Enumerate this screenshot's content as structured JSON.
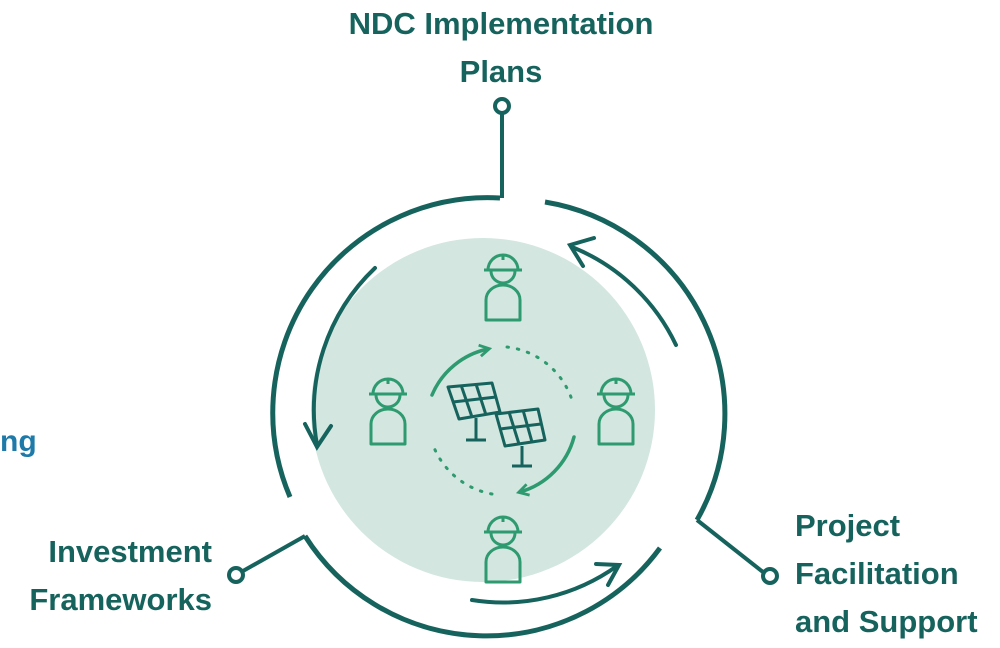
{
  "labels": {
    "top": [
      "NDC Implementation",
      "Plans"
    ],
    "left": [
      "Investment",
      "Frameworks"
    ],
    "right": [
      "Project",
      "Facilitation",
      "and Support"
    ],
    "cut_left": "ng"
  },
  "colors": {
    "primary": "#16635d",
    "icon": "#2e9a6f",
    "fill": "#d3e6e0",
    "cut_label": "#1e7aa8"
  },
  "icons": {
    "center": "solar-panels-icon",
    "people": [
      "worker-helmet-icon",
      "worker-helmet-icon",
      "worker-helmet-icon",
      "worker-helmet-icon"
    ]
  }
}
